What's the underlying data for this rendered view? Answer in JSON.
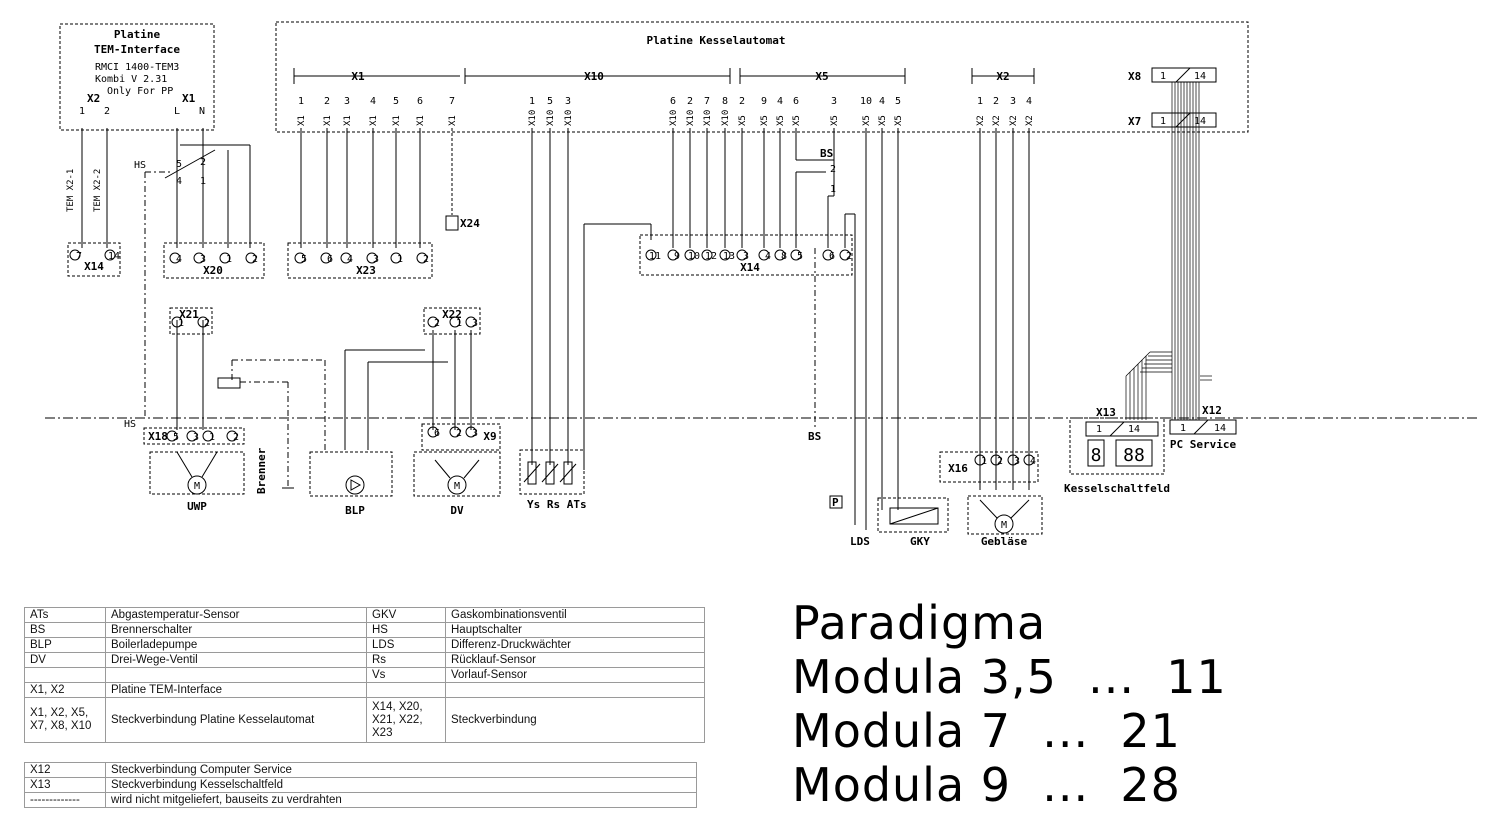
{
  "diagram": {
    "tem_board": {
      "title_1": "Platine",
      "title_2": "TEM-Interface",
      "line_1": "RMCI 1400-TEM3",
      "line_2": "Kombi       V 2.31",
      "line_3": "Only For PP",
      "x2": "X2",
      "x1": "X1",
      "p1": "1",
      "p2": "2",
      "pl": "L",
      "pn": "N"
    },
    "main_board": {
      "title": "Platine Kesselautomat"
    },
    "headers": {
      "x1": "X1",
      "x10": "X10",
      "x5": "X5",
      "x2": "X2",
      "x8": "X8",
      "x7": "X7"
    },
    "ribbon": {
      "from": "1",
      "to": "14"
    },
    "x1_pins": [
      "1",
      "2",
      "3",
      "4",
      "5",
      "6",
      "7"
    ],
    "x10_pins": [
      "1",
      "5",
      "3",
      "6",
      "2",
      "7",
      "8"
    ],
    "x5_pins": [
      "2",
      "9",
      "4",
      "6",
      "3",
      "10",
      "4",
      "5"
    ],
    "x2_pins": [
      "1",
      "2",
      "3",
      "4"
    ],
    "cable_labels": {
      "tem1": "TEM X2-1",
      "tem2": "TEM X2-2"
    },
    "connectors": {
      "x14a": {
        "name": "X14",
        "pins": [
          "7",
          "14"
        ]
      },
      "x20": {
        "name": "X20",
        "pins": [
          "4",
          "3",
          "1",
          "2"
        ]
      },
      "x23": {
        "name": "X23",
        "pins": [
          "5",
          "6",
          "4",
          "3",
          "1",
          "2"
        ]
      },
      "x14b": {
        "name": "X14",
        "pins": [
          "11",
          "9",
          "10",
          "12",
          "13",
          "3",
          "4",
          "8",
          "5",
          "6",
          "2"
        ]
      },
      "x21": {
        "name": "X21",
        "pins": [
          "1",
          "2"
        ]
      },
      "x22": {
        "name": "X22",
        "pins": [
          "2",
          "1",
          "3"
        ]
      },
      "x18": {
        "name": "X18",
        "pins": [
          "5",
          "3",
          "1",
          "2"
        ]
      },
      "x9": {
        "name": "X9",
        "pins": [
          "6",
          "2",
          "3"
        ]
      },
      "x16": {
        "name": "X16",
        "pins": [
          "1",
          "2",
          "3",
          "4"
        ]
      },
      "x24": "X24",
      "x13": "X13",
      "x12": "X12"
    },
    "switch_labels": {
      "hs": "HS",
      "hs_p5": "5",
      "hs_p2": "2",
      "hs_p4": "4",
      "hs_p1": "1",
      "hs_line": "HS",
      "bs": "BS",
      "bs_p2": "2",
      "bs_p1": "1",
      "bs_bottom": "BS"
    },
    "devices": {
      "uwp": "UWP",
      "brenner": "Brenner",
      "blp": "BLP",
      "dv": "DV",
      "sensors": "Ys Rs ATs",
      "lds": "LDS",
      "p": "P",
      "gky": "GKY",
      "geblaese": "Gebläse",
      "motor": "M",
      "kesselschaltfeld": "Kesselschaltfeld",
      "pc_service": "PC Service",
      "digit1": "8",
      "digit2": "88"
    }
  },
  "legend": {
    "rows": [
      [
        "ATs",
        "Abgastemperatur-Sensor",
        "GKV",
        "Gaskombinationsventil"
      ],
      [
        "BS",
        "Brennerschalter",
        "HS",
        "Hauptschalter"
      ],
      [
        "BLP",
        "Boilerladepumpe",
        "LDS",
        "Differenz-Druckwächter"
      ],
      [
        "DV",
        "Drei-Wege-Ventil",
        "Rs",
        "Rücklauf-Sensor"
      ],
      [
        "",
        "",
        "Vs",
        "Vorlauf-Sensor"
      ],
      [
        "X1, X2",
        "Platine TEM-Interface",
        "",
        ""
      ]
    ],
    "multi": {
      "a": "X1, X2, X5, X7, X8, X10",
      "b": "Steckverbindung Platine Kesselautomat",
      "c": "X14, X20, X21, X22, X23",
      "d": "Steckverbindung"
    },
    "rows2": [
      [
        "X12",
        "Steckverbindung Computer Service"
      ],
      [
        "X13",
        "Steckverbindung Kesselschaltfeld"
      ],
      [
        "-------------",
        "wird nicht mitgeliefert, bauseits zu verdrahten"
      ]
    ]
  },
  "brand": {
    "line1": "Paradigma",
    "line2": "Modula 3,5  ...  11",
    "line3": "Modula 7  ...  21",
    "line4": "Modula 9  ...  28"
  }
}
